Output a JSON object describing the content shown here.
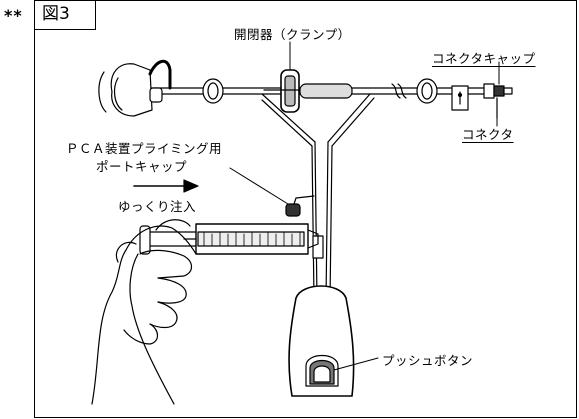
{
  "header": {
    "marker": "**",
    "figure_label": "図3"
  },
  "labels": {
    "clamp": "開閉器（クランプ）",
    "connector_cap": "コネクタキャップ",
    "connector": "コネクタ",
    "pca_port_cap_line1": "ＰＣＡ装置プライミング用",
    "pca_port_cap_line2": "ポートキャップ",
    "slow_inject": "ゆっくり注入",
    "push_button": "プッシュボタン"
  },
  "colors": {
    "line": "#000000",
    "tube": "#ffffff",
    "balloon": "#dddddd",
    "cap": "#333333"
  }
}
